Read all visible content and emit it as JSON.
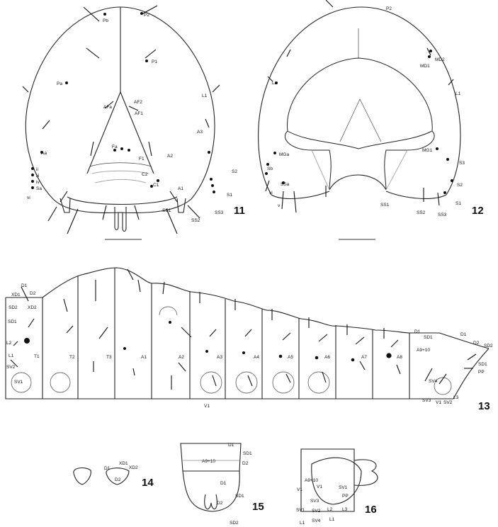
{
  "figure_numbers": {
    "f11": "11",
    "f12": "12",
    "f13": "13",
    "f14": "14",
    "f15": "15",
    "f16": "16"
  },
  "fig11_labels": {
    "P2": "P2",
    "Pb": "Pb",
    "P1": "P1",
    "Pa": "Pa",
    "L1": "L1",
    "AF2": "AF2",
    "AFa": "AFa",
    "AF1": "AF1",
    "A3": "A3",
    "Aa": "Aa",
    "Fa": "Fa",
    "F1": "F1",
    "A2": "A2",
    "ii": "ii",
    "iii": "iii",
    "iv": "iv",
    "Sa": "Sa",
    "vi": "vi",
    "C2": "C2",
    "C1": "C1",
    "A1": "A1",
    "S2": "S2",
    "S1": "S1",
    "SS1": "SS1",
    "SS2": "SS2",
    "SS3": "SS3"
  },
  "fig12_labels": {
    "P2": "P2",
    "MD2": "MD2",
    "MD1": "MD1",
    "La": "La",
    "L1": "L1",
    "MGa": "MGa",
    "Sb": "Sb",
    "MG1": "MG1",
    "S3": "S3",
    "S2": "S2",
    "SSa": "SSa",
    "S1": "S1",
    "SS1": "SS1",
    "SS2": "SS2",
    "SS3": "SS3",
    "vi": "vi",
    "v": "v"
  },
  "fig13_labels": {
    "D1": "D1",
    "D2": "D2",
    "XD1": "XD1",
    "XD2": "XD2",
    "SD1": "SD1",
    "SD2": "SD2",
    "L1": "L1",
    "L2": "L2",
    "L3": "L3",
    "SV1": "SV1",
    "SV2": "SV2",
    "SV3": "SV3",
    "SV4": "SV4",
    "V1": "V1",
    "PP": "PP",
    "T1": "T1",
    "T2": "T2",
    "T3": "T3",
    "A1": "A1",
    "A2": "A2",
    "A3": "A3",
    "A4": "A4",
    "A5": "A5",
    "A6": "A6",
    "A7": "A7",
    "A8": "A8",
    "A9": "A9+10"
  },
  "fig14_labels": {
    "D1": "D1",
    "XD1": "XD1",
    "XD2": "XD2",
    "D2": "D2"
  },
  "fig15_labels": {
    "D1": "D1",
    "SD1": "SD1",
    "D2": "D2",
    "A9": "A9+10",
    "SD2": "SD2"
  },
  "fig16_labels": {
    "A9": "A9+10",
    "V1": "V1",
    "V10": "V1",
    "SV1": "SV1",
    "PP": "PP",
    "SV2": "SV2",
    "SV3": "SV3",
    "SV4": "SV4",
    "L1": "L1",
    "L2": "L2",
    "L3": "L3"
  }
}
